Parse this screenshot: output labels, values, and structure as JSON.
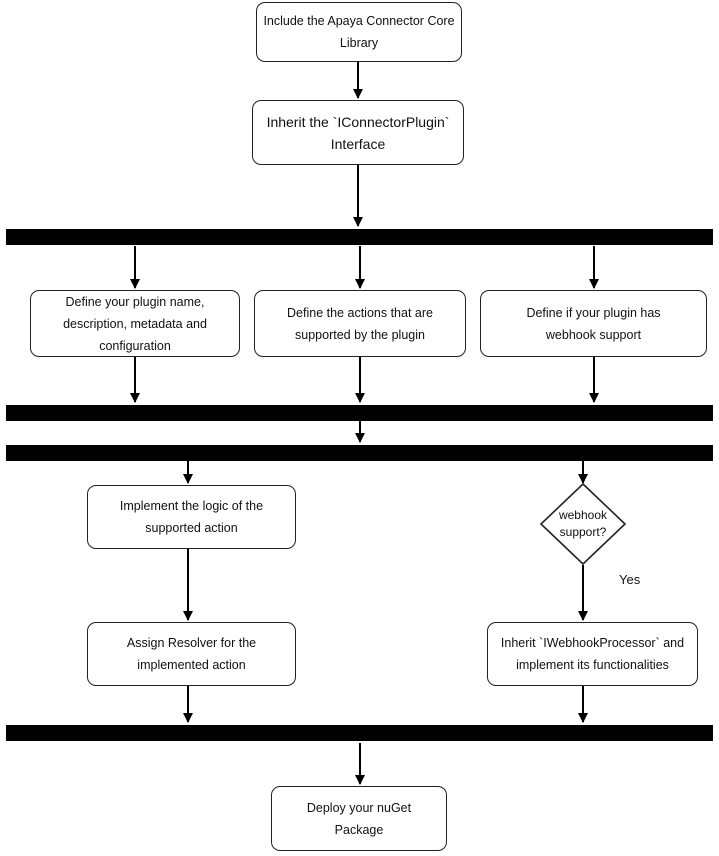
{
  "nodes": {
    "include_library": "Include the Apaya Connector Core Library",
    "inherit_interface": "Inherit the `IConnectorPlugin` Interface",
    "define_plugin_name": "Define your plugin name, description, metadata and configuration",
    "define_actions": "Define the actions that are supported by the plugin",
    "define_webhook": "Define if your plugin has webhook support",
    "implement_logic": "Implement the logic of the supported action",
    "assign_resolver": "Assign Resolver for the implemented action",
    "webhook_decision": "webhook support?",
    "inherit_webhook_processor": "Inherit `IWebhookProcessor` and implement its functionalities",
    "deploy_package": "Deploy your nuGet Package"
  },
  "edge_labels": {
    "yes": "Yes"
  }
}
